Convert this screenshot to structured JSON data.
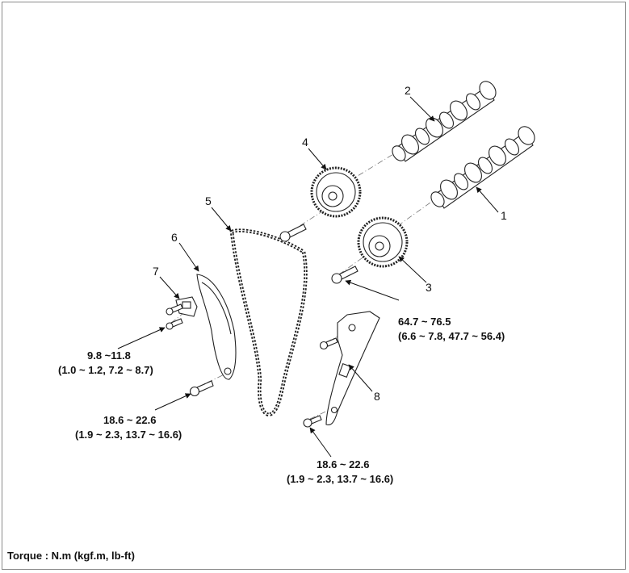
{
  "parts": [
    {
      "number": "1"
    },
    {
      "number": "2"
    },
    {
      "number": "3"
    },
    {
      "number": "4"
    },
    {
      "number": "5"
    },
    {
      "number": "6"
    },
    {
      "number": "7"
    },
    {
      "number": "8"
    }
  ],
  "torque_specs": {
    "bolt_7": {
      "line1": "9.8 ~11.8",
      "line2": "(1.0 ~ 1.2, 7.2 ~ 8.7)"
    },
    "bolt_6": {
      "line1": "18.6 ~ 22.6",
      "line2": "(1.9 ~ 2.3, 13.7 ~ 16.6)"
    },
    "bolt_3": {
      "line1": "64.7 ~ 76.5",
      "line2": "(6.6 ~ 7.8, 47.7 ~ 56.4)"
    },
    "bolt_8": {
      "line1": "18.6 ~ 22.6",
      "line2": "(1.9 ~ 2.3, 13.7 ~ 16.6)"
    }
  },
  "footer": {
    "torque_units": "Torque : N.m (kgf.m, lb-ft)"
  }
}
